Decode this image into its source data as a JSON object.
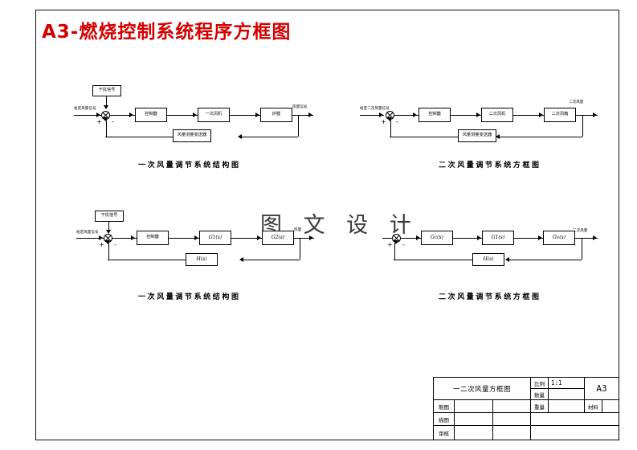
{
  "page": {
    "title": "A3-燃烧控制系统程序方框图",
    "watermark": "图 文 设 计"
  },
  "diagrams": [
    {
      "id": "primary-air-structure",
      "caption": "一次风量调节系统结构图",
      "disturbance": "干扰信号",
      "input_label": "给定风量信号",
      "output_label": "风量信号",
      "sum_plus": "+",
      "sum_minus": "-",
      "blocks": [
        "控制器",
        "一次风机",
        "炉膛"
      ],
      "feedback": "风量测量变送器"
    },
    {
      "id": "secondary-air-blockdiagram",
      "caption": "二次风量调节系统方框图",
      "input_label": "给定二次风量信号",
      "output_label": "二次风量",
      "sum_plus": "+",
      "sum_minus": "-",
      "blocks": [
        "控制器",
        "二次风机",
        "二次风箱"
      ],
      "feedback": "风量测量变送器"
    },
    {
      "id": "primary-air-structure-tf",
      "caption": "一次风量调节系统结构图",
      "disturbance": "干扰信号",
      "input_label": "给定风量信号",
      "output_label": "风量",
      "sum_plus": "+",
      "sum_minus": "-",
      "blocks": [
        "控制器",
        "G1(s)",
        "G2(s)"
      ],
      "feedback": "H(s)"
    },
    {
      "id": "secondary-air-blockdiagram-tf",
      "caption": "二次风量调节系统方框图",
      "input_label": "",
      "output_label": "二次风量",
      "sum_plus": "+",
      "sum_minus": "-",
      "blocks": [
        "Gc(s)",
        "G1(s)",
        "Gv(s)"
      ],
      "feedback": "H(s)"
    }
  ],
  "title_block": {
    "drawing_name": "一二次风量方框图",
    "scale_label": "比例",
    "scale_value": "1:1",
    "quantity_label": "数量",
    "quantity_value": "",
    "weight_label": "重量",
    "weight_value": "",
    "material_label": "材料",
    "material_value": "",
    "sheet_size": "A3",
    "rows": [
      {
        "label": "制图",
        "name": "",
        "date": ""
      },
      {
        "label": "描图",
        "name": "",
        "date": ""
      },
      {
        "label": "审核",
        "name": "",
        "date": ""
      }
    ]
  },
  "colors": {
    "title_red": "#d40000",
    "line_black": "#000000",
    "watermark_gray": "#3a3a3a"
  }
}
